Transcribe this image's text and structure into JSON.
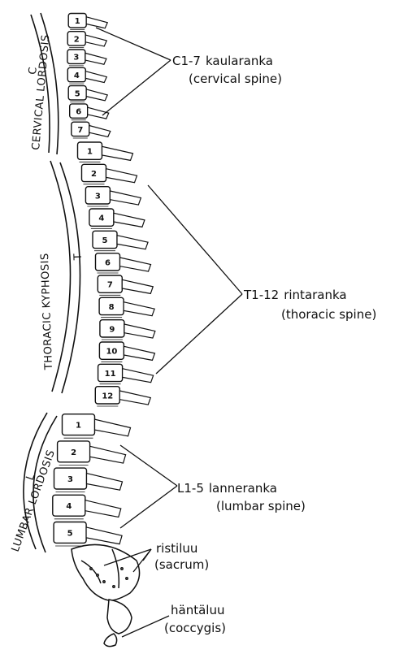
{
  "regions": {
    "cervical": {
      "side_label": "CERVICAL LORDOSIS",
      "letter": "C"
    },
    "thoracic": {
      "side_label": "THORACIC KYPHOSIS",
      "letter": "T"
    },
    "lumbar": {
      "side_label": "LUMBAR LORDOSIS",
      "letter": "L"
    }
  },
  "labels": {
    "cervical": {
      "range": "C1-7",
      "name": "kaularanka",
      "latin": "(cervical spine)"
    },
    "thoracic": {
      "range": "T1-12",
      "name": "rintaranka",
      "latin": "(thoracic spine)"
    },
    "lumbar": {
      "range": "L1-5",
      "name": "lanneranka",
      "latin": "(lumbar spine)"
    },
    "sacrum": {
      "name": "ristiluu",
      "latin": "(sacrum)"
    },
    "coccyx": {
      "name": "häntäluu",
      "latin": "(coccygis)"
    }
  },
  "vertebrae": {
    "cervical": [
      "1",
      "2",
      "3",
      "4",
      "5",
      "6",
      "7"
    ],
    "thoracic": [
      "1",
      "2",
      "3",
      "4",
      "5",
      "6",
      "7",
      "8",
      "9",
      "10",
      "11",
      "12"
    ],
    "lumbar": [
      "1",
      "2",
      "3",
      "4",
      "5"
    ]
  },
  "colors": {
    "ink": "#111111",
    "background": "#ffffff"
  }
}
